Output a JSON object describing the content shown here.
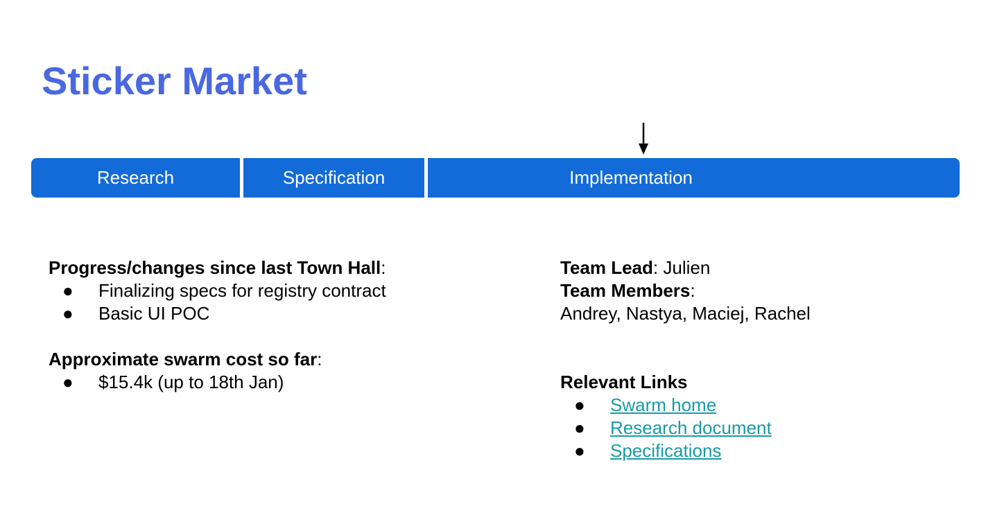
{
  "slide": {
    "title": "Sticker Market"
  },
  "phases": {
    "research": "Research",
    "specification": "Specification",
    "implementation": "Implementation"
  },
  "progress": {
    "heading": "Progress/changes since last Town Hall",
    "items": [
      "Finalizing specs for registry contract",
      "Basic UI POC"
    ]
  },
  "cost": {
    "heading": "Approximate swarm cost so far",
    "items": [
      "$15.4k (up to 18th Jan)"
    ]
  },
  "team": {
    "lead_label": "Team Lead",
    "lead_value": "Julien",
    "members_label": "Team Members",
    "members_value": "Andrey, Nastya, Maciej, Rachel"
  },
  "links": {
    "heading": "Relevant Links",
    "items": [
      "Swarm home",
      "Research document",
      "Specifications"
    ]
  },
  "symbols": {
    "bullet": "●",
    "colon": ":"
  },
  "colors": {
    "title": "#4a68df",
    "phase_bar": "#126bd8",
    "link": "#179ba6"
  }
}
